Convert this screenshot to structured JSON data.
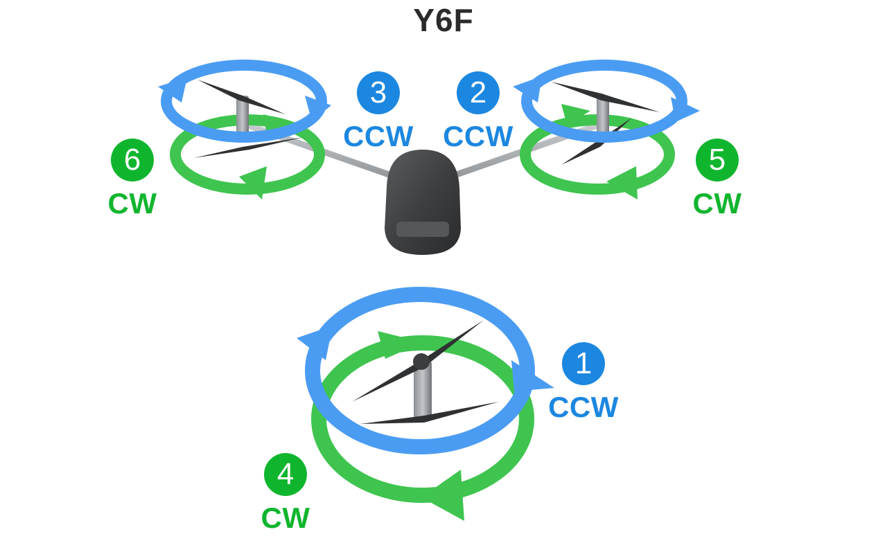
{
  "title": "Y6F",
  "colors": {
    "ccw": "#1c87e0",
    "cw": "#10b52e",
    "ccw_ring": "#4a9cf2",
    "cw_ring": "#3fc44f",
    "frame_arm": "#a9adb0",
    "body": "#3d3f41",
    "propeller": "#2f3133"
  },
  "motors": [
    {
      "number": "1",
      "direction": "CCW",
      "spin": "ccw",
      "position": "rear-top"
    },
    {
      "number": "2",
      "direction": "CCW",
      "spin": "ccw",
      "position": "front-right-top"
    },
    {
      "number": "3",
      "direction": "CCW",
      "spin": "ccw",
      "position": "front-left-top"
    },
    {
      "number": "4",
      "direction": "CW",
      "spin": "cw",
      "position": "rear-bottom"
    },
    {
      "number": "5",
      "direction": "CW",
      "spin": "cw",
      "position": "front-right-bottom"
    },
    {
      "number": "6",
      "direction": "CW",
      "spin": "cw",
      "position": "front-left-bottom"
    }
  ]
}
